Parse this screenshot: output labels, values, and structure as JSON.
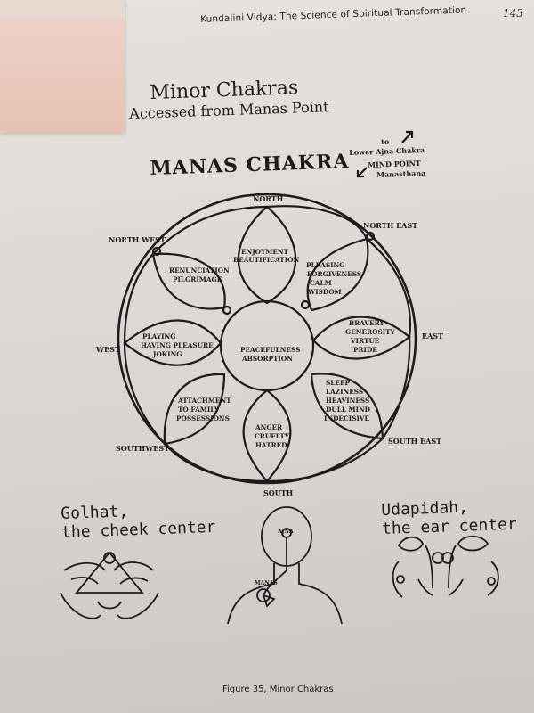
{
  "header": {
    "running_head": "Kundalini Vidya: The Science of Spiritual Transformation",
    "page_number": "143"
  },
  "title": {
    "main": "Minor Chakras",
    "sub": "Accessed from Manas Point"
  },
  "diagram": {
    "title": "MANAS CHAKRA",
    "note_to": "to",
    "note_lower": "Lower Ajna Chakra",
    "note_mind": "MIND POINT",
    "note_manas": "Manasthana",
    "directions": {
      "north": "NORTH",
      "north_east": "NORTH EAST",
      "east": "EAST",
      "south_east": "SOUTH EAST",
      "south": "SOUTH",
      "southwest": "SOUTHWEST",
      "west": "WEST",
      "north_west": "NORTH WEST"
    },
    "center": [
      "PEACEFULNESS",
      "ABSORPTION"
    ],
    "petals": {
      "north": [
        "ENJOYMENT",
        "BEAUTIFICATION"
      ],
      "north_east": [
        "PLEASING",
        "FORGIVENESS",
        "CALM",
        "WISDOM"
      ],
      "east": [
        "BRAVERY",
        "GENEROSITY",
        "VIRTUE",
        "PRIDE"
      ],
      "south_east": [
        "SLEEP",
        "LAZINESS",
        "HEAVINESS",
        "DULL MIND",
        "INDECISIVE"
      ],
      "south": [
        "ANGER",
        "CRUELTY",
        "HATRED"
      ],
      "south_west": [
        "ATTACHMENT",
        "TO FAMILY",
        "POSSESSIONS"
      ],
      "west": [
        "PLAYING",
        "HAVING PLEASURE",
        "JOKING"
      ],
      "north_west": [
        "RENUNCIATION",
        "PILGRIMAGE"
      ]
    }
  },
  "bottom": {
    "left_title_1": "Golhat,",
    "left_title_2": "the cheek center",
    "right_title_1": "Udapidah,",
    "right_title_2": "the ear center",
    "figure_label_ajna": "AJNA",
    "figure_label_manas": "MANAS"
  },
  "caption": "Figure 35, Minor Chakras"
}
